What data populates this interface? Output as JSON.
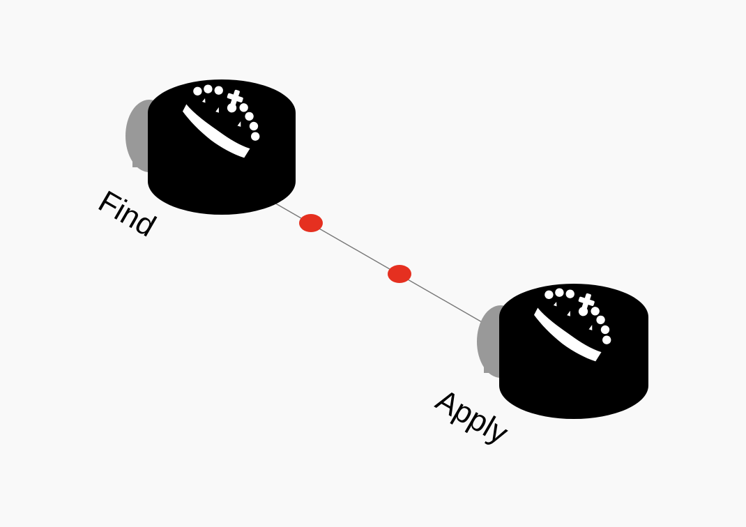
{
  "diagram": {
    "background": "#f9f9f9",
    "nodes": [
      {
        "id": "find",
        "label": "Find",
        "icon": "crown-icon",
        "color": "#000000",
        "shadow_color": "#999999"
      },
      {
        "id": "apply",
        "label": "Apply",
        "icon": "crown-icon",
        "color": "#000000",
        "shadow_color": "#999999"
      }
    ],
    "connection": {
      "from": "find",
      "to": "apply",
      "line_color": "#777777",
      "marker_color": "#e53020",
      "marker_count": 2
    }
  }
}
